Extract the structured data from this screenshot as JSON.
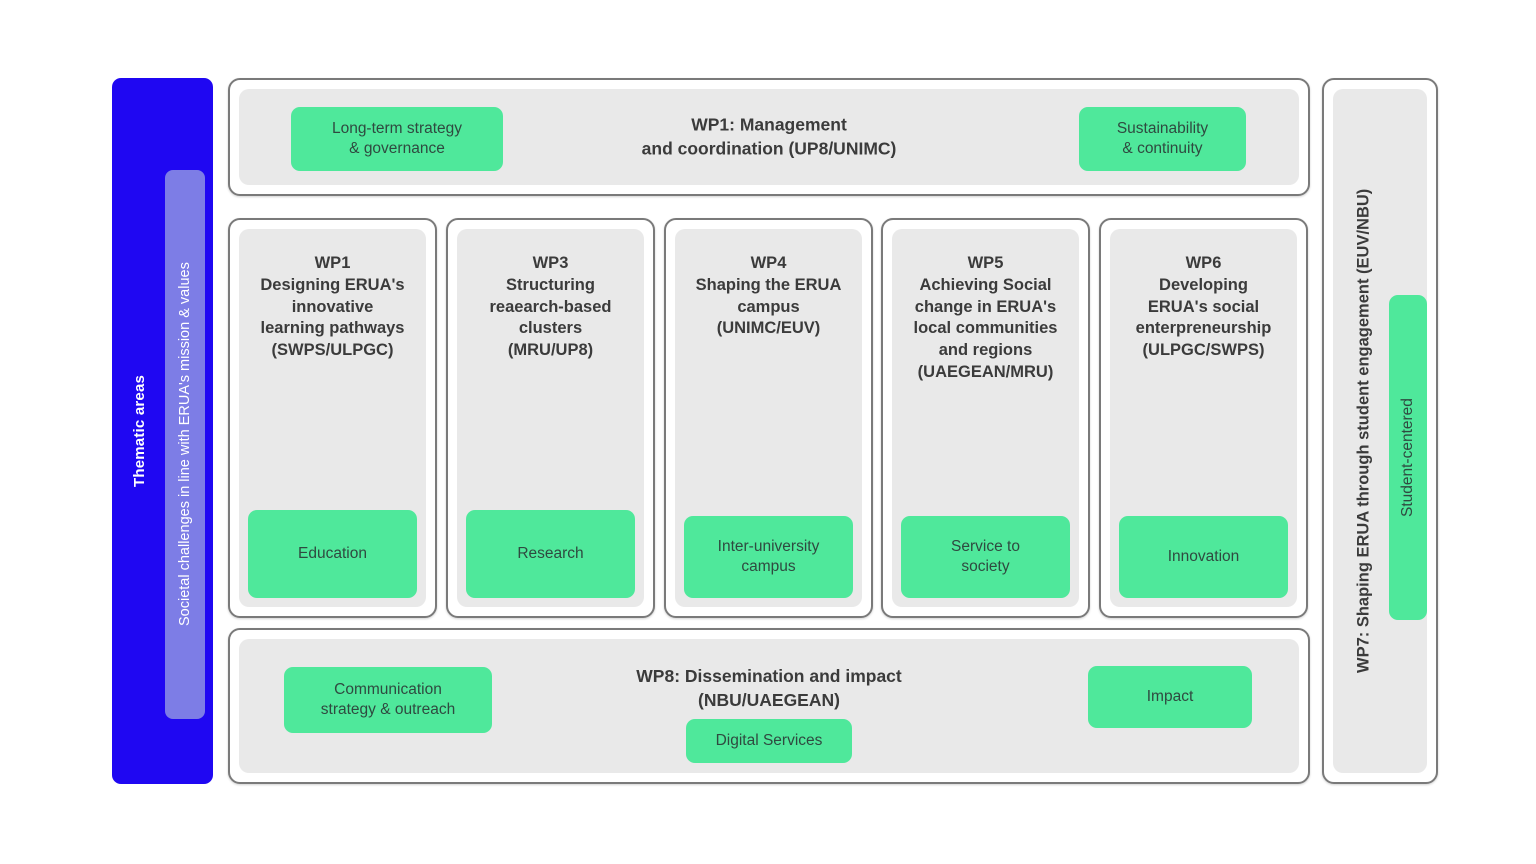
{
  "thematic_rail": {
    "title": "Thematic areas",
    "inner_label": "Societal challenges in line with ERUA's mission & values",
    "color": "#1f07f2",
    "inner_color": "#7d7de6"
  },
  "top_band": {
    "title_line1": "WP1: Management",
    "title_line2": "and coordination (UP8/UNIMC)",
    "pill_left": "Long-term strategy\n& governance",
    "pill_right": "Sustainability\n& continuity"
  },
  "columns": [
    {
      "code": "WP1",
      "title": "WP1\nDesigning ERUA's\ninnovative\nlearning pathways\n(SWPS/ULPGC)",
      "pill": "Education",
      "pill_height": 88
    },
    {
      "code": "WP3",
      "title": "WP3\nStructuring\nreaearch-based\nclusters\n(MRU/UP8)",
      "pill": "Research",
      "pill_height": 88
    },
    {
      "code": "WP4",
      "title": "WP4\nShaping the ERUA\ncampus\n(UNIMC/EUV)",
      "pill": "Inter-university\ncampus",
      "pill_height": 82
    },
    {
      "code": "WP5",
      "title": "WP5\nAchieving Social\nchange in ERUA's\nlocal communities\nand regions\n(UAEGEAN/MRU)",
      "pill": "Service to\nsociety",
      "pill_height": 82
    },
    {
      "code": "WP6",
      "title": "WP6\nDeveloping\nERUA's social\nenterpreneurship\n(ULPGC/SWPS)",
      "pill": "Innovation",
      "pill_height": 82
    }
  ],
  "bottom_band": {
    "title_line1": "WP8: Dissemination and impact",
    "title_line2": "(NBU/UAEGEAN)",
    "pill_communication": "Communication\nstrategy & outreach",
    "pill_digital": "Digital Services",
    "pill_impact": "Impact"
  },
  "wp7": {
    "title": "WP7: Shaping ERUA through student engagement (EUV/NBU)",
    "pill": "Student-centered"
  },
  "colors": {
    "green": "#4fe89b",
    "blue": "#1f07f2",
    "light_blue": "#7d7de6",
    "panel_gray": "#e9e9e9",
    "border_gray": "#7a7a7a",
    "text_dark": "#3b3b3b",
    "text_green_pill": "#2f4a40"
  }
}
